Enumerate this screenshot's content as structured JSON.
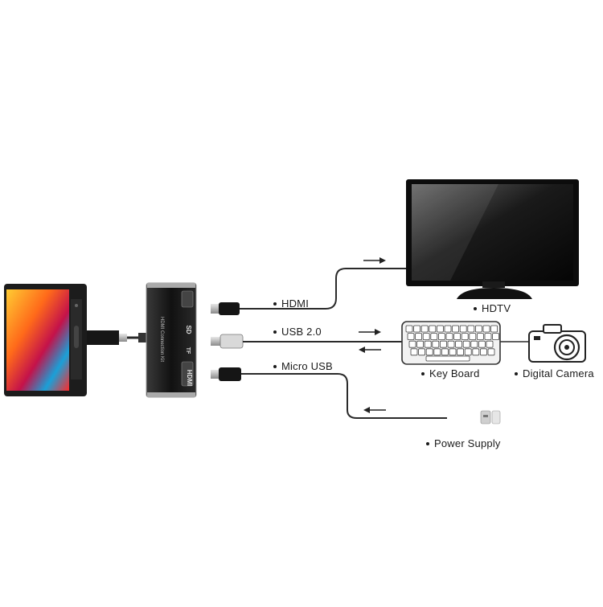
{
  "labels": {
    "hdmi": "HDMI",
    "usb": "USB 2.0",
    "micro_usb": "Micro USB",
    "hdtv": "HDTV",
    "keyboard": "Key Board",
    "camera": "Digital Camera",
    "power": "Power Supply"
  },
  "adapter": {
    "model_text": "HDMI Connection Kit",
    "hdmi_logo": "HDMI",
    "sd_text": "SD",
    "tf_text": "TF"
  },
  "colors": {
    "cable": "#2a2a2a",
    "device_body": "#111111",
    "accent_silver": "#c8c8c8"
  }
}
